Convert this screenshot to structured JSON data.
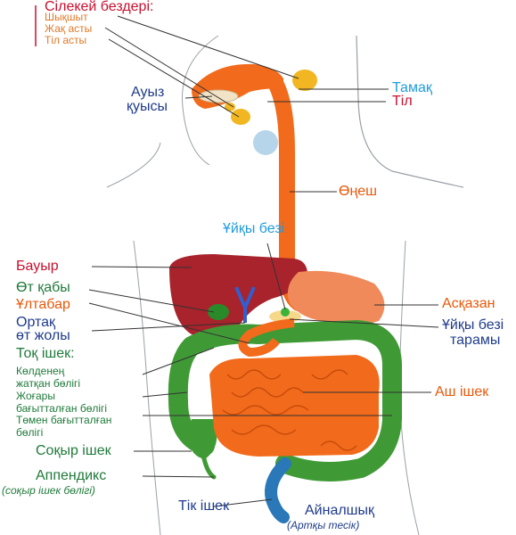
{
  "title": "Сілекей бездері:",
  "colors": {
    "red": "#c8102e",
    "orange": "#e8580a",
    "dark_blue": "#1f3c8c",
    "light_blue": "#1e9be0",
    "green": "#1f7a3a",
    "peach_label": "#e07a2b",
    "liver": "#a8232b",
    "intestine": "#f26a1b",
    "colon": "#3f9a35"
  },
  "labels": {
    "salivary_1": "Шықшыт",
    "salivary_2": "Жақ асты",
    "salivary_3": "Тіл асты",
    "mouth_1": "Ауыз",
    "mouth_2": "қуысы",
    "pharynx": "Тамақ",
    "tongue": "Тіл",
    "esophagus": "Өңеш",
    "pancreas": "Ұйқы безі",
    "liver": "Бауыр",
    "gallbladder": "Өт қабы",
    "duodenum": "Ұлтабар",
    "common_bile_1": "Ортақ",
    "common_bile_2": "өт жолы",
    "stomach": "Асқазан",
    "pancreatic_duct_1": "Ұйқы безі",
    "pancreatic_duct_2": "тарамы",
    "colon_title": "Тоқ ішек:",
    "colon_1": "Көлденең",
    "colon_2": "жатқан бөлігі",
    "colon_3": "Жоғары",
    "colon_4": "бағытталған бөлігі",
    "colon_5": "Төмен бағытталған",
    "colon_6": "бөлігі",
    "small_intestine": "Аш ішек",
    "cecum": "Соқыр ішек",
    "appendix": "Аппендикс",
    "appendix_note": "(соқыр ішек бөлігі)",
    "rectum": "Тік ішек",
    "anus": "Айналшық",
    "anus_note": "(Артқы тесік)"
  }
}
